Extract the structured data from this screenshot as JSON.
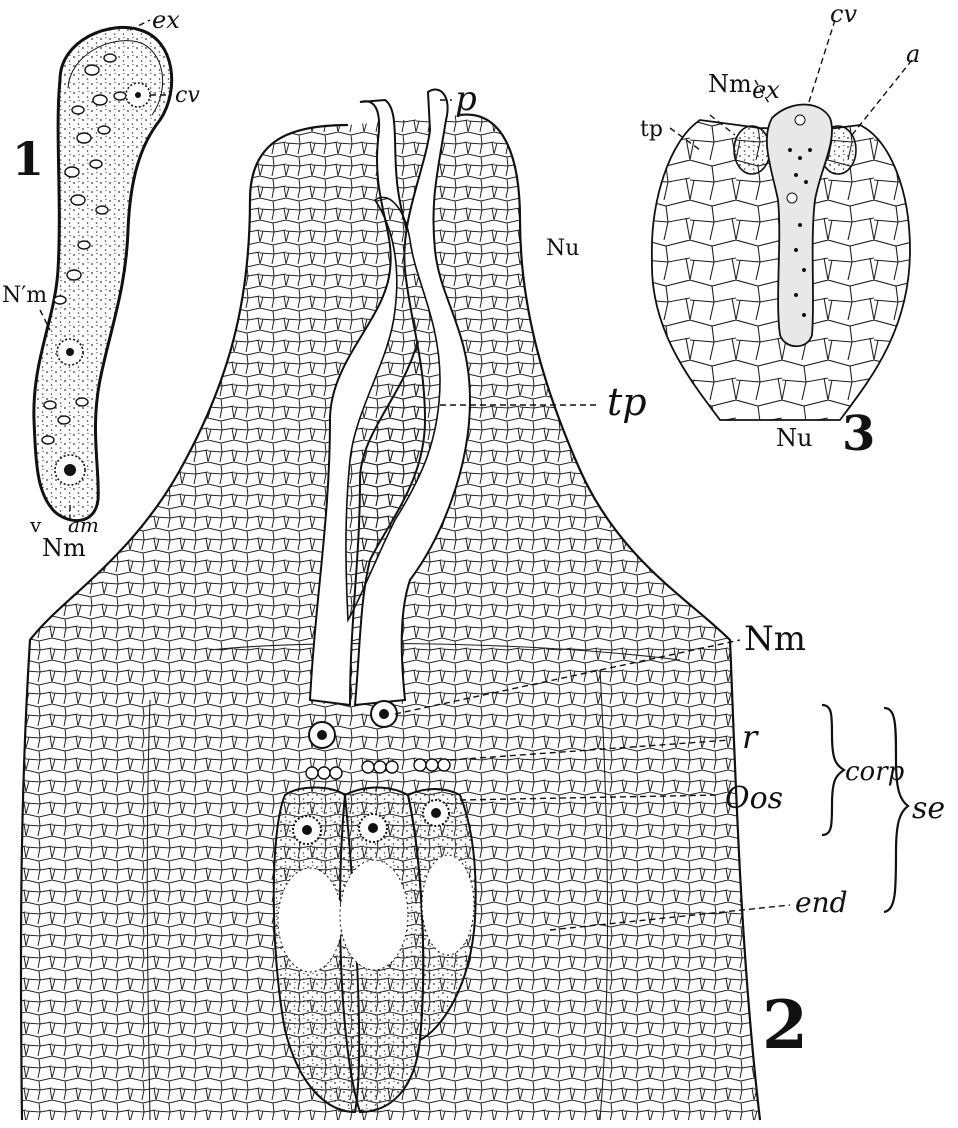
{
  "figures": {
    "fig1": {
      "number": "1",
      "labels": {
        "ex": "ex",
        "cv": "cv",
        "N_m_prime": "N′m",
        "v": "v",
        "am": "am",
        "Nm": "Nm"
      }
    },
    "fig2": {
      "number": "2",
      "labels": {
        "p": "p",
        "Nu": "Nu",
        "tp": "tp",
        "Nm": "Nm",
        "r": "r",
        "Oos": "Oos",
        "corp": "corp",
        "se": "se",
        "end": "end"
      }
    },
    "fig3": {
      "number": "3",
      "labels": {
        "cv": "cv",
        "a": "a",
        "Nm": "Nm",
        "ex": "ex",
        "tp": "tp",
        "Nu": "Nu"
      }
    }
  }
}
